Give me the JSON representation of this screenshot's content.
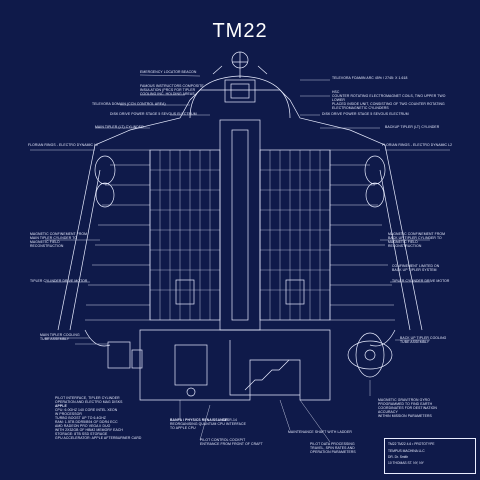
{
  "title": "TM22",
  "colors": {
    "background": "#0f1a4a",
    "line": "#e8ecff"
  },
  "labels": {
    "beacon": "EMERGENCY LOCATOR BEACON",
    "foamin": "TELEVORA FOAMIN ARC 45% / 2745: X 1.618",
    "insulation": "FAMOUS INSTRUCTORS COMPOSITE INSULATION (PRCS FOR TIPLER COOLING INC. HOLDING AREAS",
    "hsc": "HSC\nCOUNTER ROTATING ELECTROMAGNET COILS, TWO UPPER TWO LOWER\nPLACED INSIDE UNIT, CONSISTING OF TWO COUNTER ROTATING ELECTROMAGNETIC CYLINDERS",
    "domain": "TELEVORA DOMAIN (CCN CONTROL AREA)",
    "disk_left": "DISK DRIVE POWER STAGE 5 SEVOUS ELECTRUM",
    "disk_right": "DISK DRIVE POWER STAGE 5 SEVOUS ELECTRUM",
    "main_tipler": "MAIN TIPLER (LT) CYLINDER",
    "backup_tipler": "BACKUP TIPLER (LT) CYLINDER",
    "florian_left": "FLORIAN RINGS - ELECTRO DYNAMIC L2",
    "florian_right": "FLORIAN RINGS - ELECTRO DYNAMIC L2",
    "mag_left": "MAGNETIC CONFINEMENT FROM\nMAIN TIPLER CYLINDER TO\nMAGNETIC FIELD\nRECONSTRUCTION",
    "mag_right": "MAGNETIC CONFINEMENT FROM\nBACK UP TIPLER CYLINDER TO\nMAGNETIC FIELD\nRECONSTRUCTION",
    "confinement": "CONFINEMENT LIMITED ON\nBACK UP TIPLER SYSTEM",
    "drive_left": "TIPLER CYLINDER DRIVE MOTOR",
    "drive_right": "TIPLER CYLINDER DRIVE MOTOR",
    "cooling_left": "MAIN  TIPLER COOLING\nTUBE ASSEMBLY",
    "cooling_right": "BACK UP TIPLER COOLING\nTUBE ASSEMBLY",
    "pilot_iface_head": "PILOT INTERFACE, TIPLER CYLINDER\nOPERATION AND ELECTRO MAG DISKS",
    "apple": "APPLE",
    "pilot_iface_body": "CPU: 6.0GHZ 140 CORE INTEL XEON\nW PROCESSOR\nTURBO BOOST UP TO 6.4GHZ\nRAM: 1.5TB DDR5/B94 OF DDR4 ECC\nAMD RADEON PRO VEGA II DUO\nWITH 2X32GB OF HBM2 MEMORY EACH\nSTORAGE: 8TB SSD STORAGE\nGPU ACCELERATOR: APPLE AFTERBURNER CARD",
    "banfa_head": "BANFA / PHYSICS RENAISSANCE",
    "banfa_body": " GFSR-14\nREORGANISING QUANTUM CPU INTERFACE\nTO APPLE CPU",
    "maintenance": "MAINTENANCE  SHAFT WITH LADDER",
    "cockpit": "PILOT CONTROL COCKPIT\nENTRANCE FROM FRONT OF CRAFT",
    "pilot_data": "PILOT DATA PROCESSING\nTRAVEL, SPIN RATES AND\nOPERATION PARAMETERS",
    "gyro": "MAGNETIC GRAVITRON GYRO\nPROGRAMMED TO FIND EARTH\nCOORDINATES FOR DESTINATION\nACCURACY\nWITHIN MISSION PARAMETERS"
  },
  "title_block": {
    "line1": "TM22                   TM22 4.6 • PROTOTYPE",
    "line2": "TEMPUS MACHINA LLC",
    "line3": "DR. Dr. Smith",
    "line4": "10 THOMAS ST. NY, NY"
  }
}
